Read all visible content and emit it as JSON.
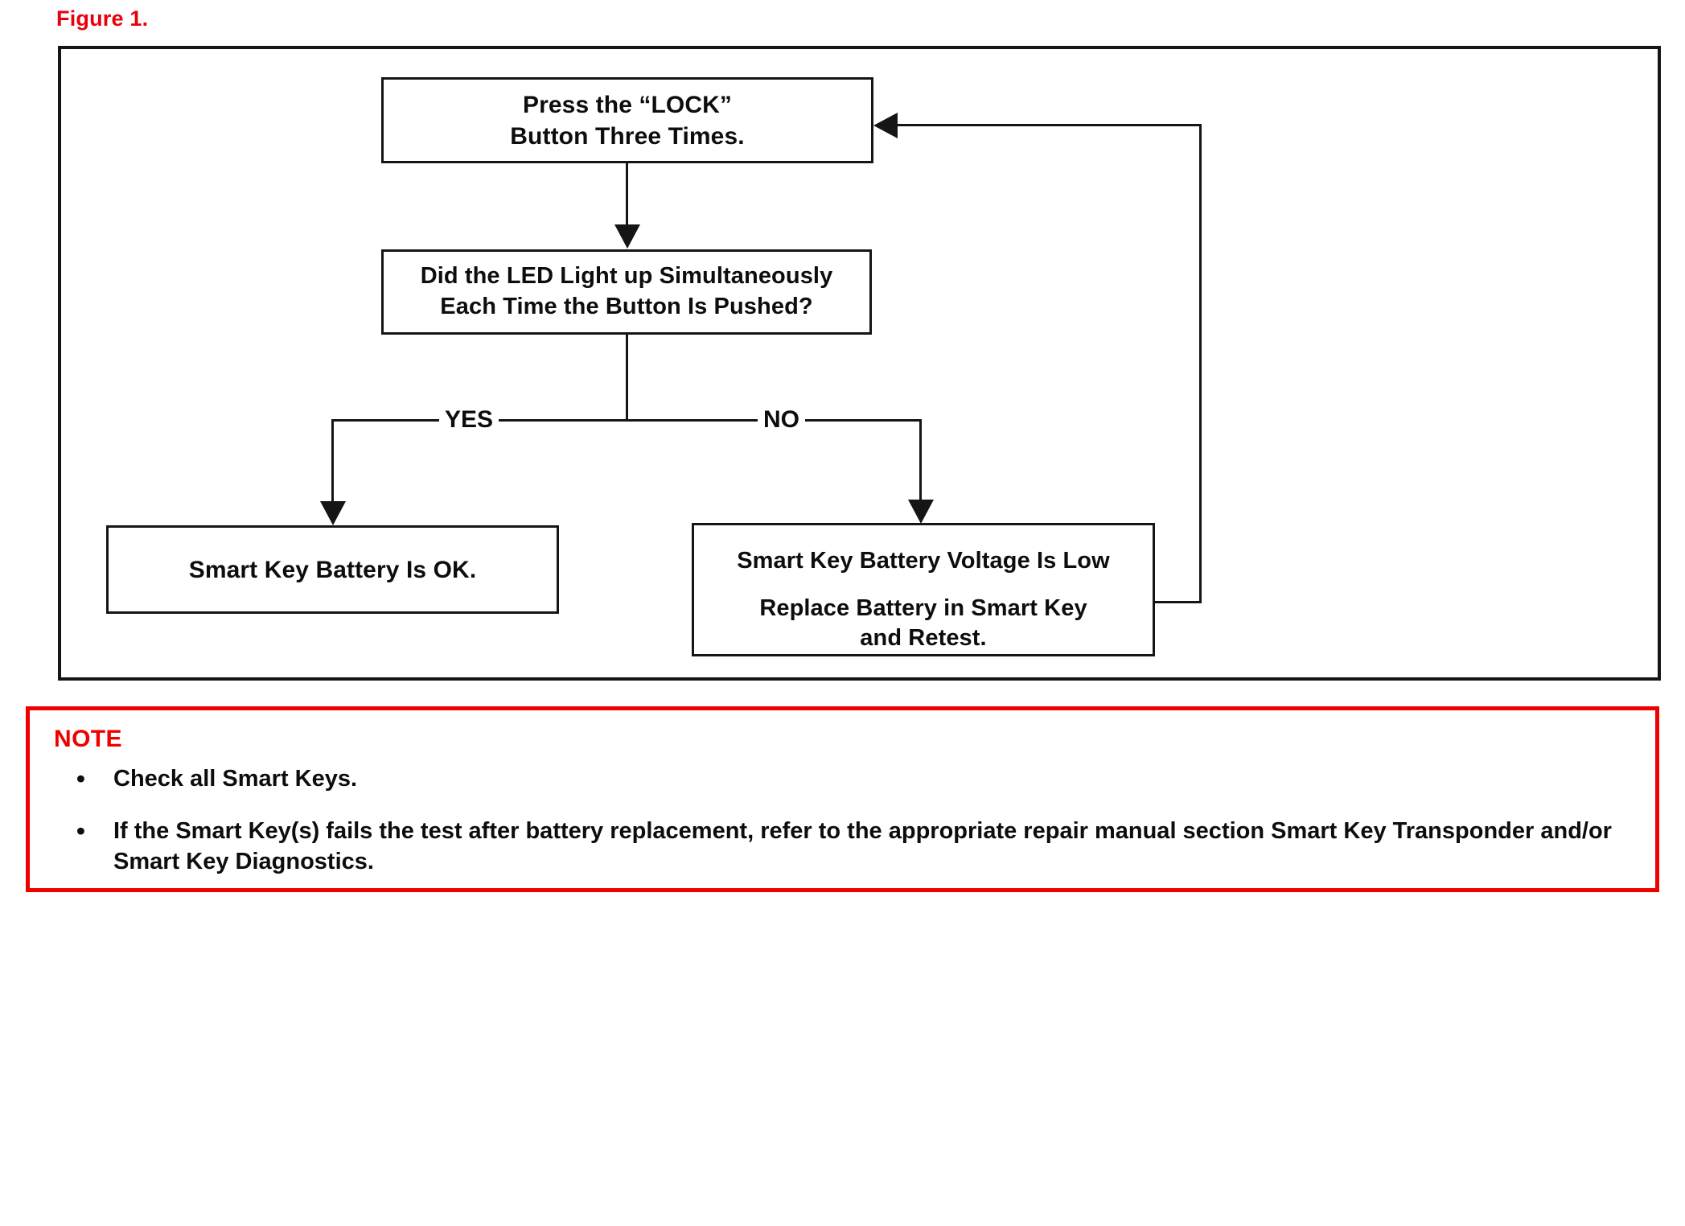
{
  "figure": {
    "caption": "Figure 1.",
    "caption_color": "#e8000d",
    "border_color": "#151515"
  },
  "flowchart": {
    "type": "flowchart",
    "nodes": [
      {
        "id": "press",
        "kind": "process",
        "lines": [
          "Press the “LOCK”",
          "Button Three Times."
        ]
      },
      {
        "id": "decision",
        "kind": "decision",
        "lines": [
          "Did the LED Light up Simultaneously",
          "Each Time the Button Is Pushed?"
        ]
      },
      {
        "id": "ok",
        "kind": "terminal",
        "lines": [
          "Smart Key Battery Is OK."
        ]
      },
      {
        "id": "low",
        "kind": "terminal",
        "lines": [
          "Smart Key Battery Voltage Is Low",
          "Replace Battery in Smart Key",
          "and Retest."
        ]
      }
    ],
    "branches": {
      "yes_label": "YES",
      "no_label": "NO"
    },
    "edges": [
      {
        "from": "press",
        "to": "decision",
        "label": ""
      },
      {
        "from": "decision",
        "to": "ok",
        "label": "YES"
      },
      {
        "from": "decision",
        "to": "low",
        "label": "NO"
      },
      {
        "from": "low",
        "to": "press",
        "label": ""
      }
    ]
  },
  "note": {
    "title": "NOTE",
    "title_color": "#ee0000",
    "border_color": "#ee0000",
    "bullet_glyph": "•",
    "items": [
      "Check all Smart Keys.",
      "If the Smart Key(s) fails the test after battery replacement, refer to the appropriate repair manual section Smart Key Transponder and/or Smart Key Diagnostics."
    ]
  }
}
